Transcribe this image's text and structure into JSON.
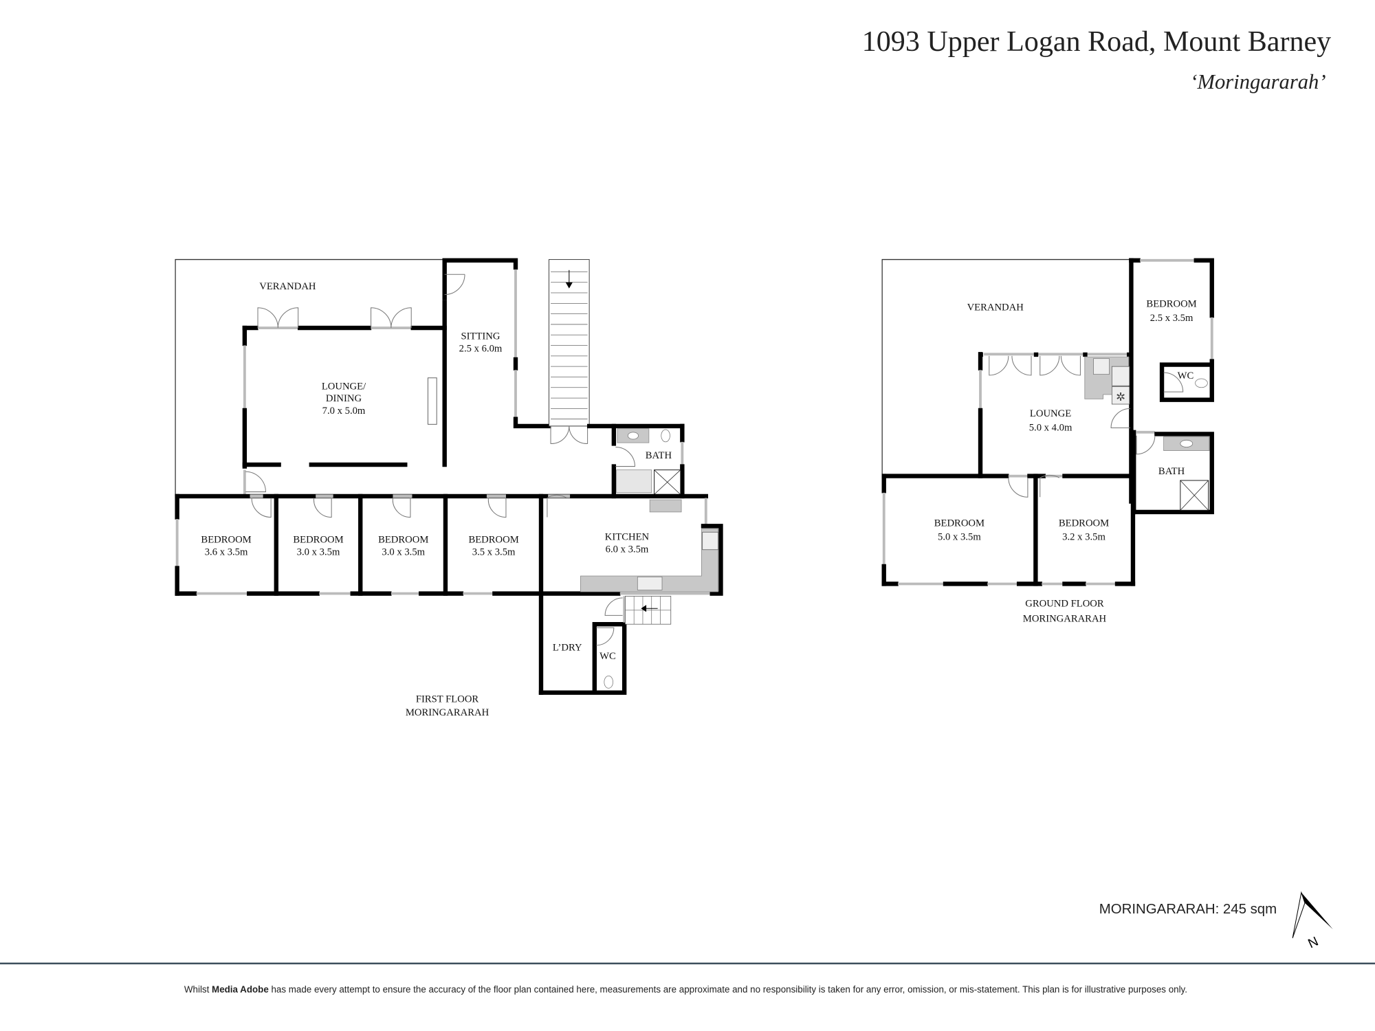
{
  "header": {
    "address": "1093 Upper Logan Road, Mount Barney",
    "property_name": "‘Moringararah’"
  },
  "first_floor": {
    "caption_1": "FIRST FLOOR",
    "caption_2": "MORINGARARAH",
    "rooms": [
      {
        "name": "VERANDAH",
        "size": ""
      },
      {
        "name": "LOUNGE/",
        "name2": "DINING",
        "size": "7.0 x 5.0m"
      },
      {
        "name": "SITTING",
        "size": "2.5 x 6.0m"
      },
      {
        "name": "BATH",
        "size": ""
      },
      {
        "name": "BEDROOM",
        "size": "3.6 x 3.5m"
      },
      {
        "name": "BEDROOM",
        "size": "3.0 x 3.5m"
      },
      {
        "name": "BEDROOM",
        "size": "3.0 x 3.5m"
      },
      {
        "name": "BEDROOM",
        "size": "3.5 x 3.5m"
      },
      {
        "name": "KITCHEN",
        "size": "6.0 x 3.5m"
      },
      {
        "name": "L’DRY",
        "size": ""
      },
      {
        "name": "WC",
        "size": ""
      }
    ]
  },
  "ground_floor": {
    "caption_1": "GROUND FLOOR",
    "caption_2": "MORINGARARAH",
    "rooms": [
      {
        "name": "VERANDAH",
        "size": ""
      },
      {
        "name": "BEDROOM",
        "size": "2.5 x 3.5m"
      },
      {
        "name": "WC",
        "size": ""
      },
      {
        "name": "LOUNGE",
        "size": "5.0 x 4.0m"
      },
      {
        "name": "BATH",
        "size": ""
      },
      {
        "name": "BEDROOM",
        "size": "5.0 x 3.5m"
      },
      {
        "name": "BEDROOM",
        "size": "3.2 x 3.5m"
      }
    ]
  },
  "footer": {
    "area": "MORINGARARAH: 245 sqm",
    "north_label": "N",
    "disclaimer_pre": "Whilst ",
    "disclaimer_brand": "Media Adobe",
    "disclaimer_post": " has made every attempt to ensure the accuracy of the floor plan contained here, measurements are approximate and no responsibility is taken for any error, omission, or mis-statement. This plan is for illustrative purposes only."
  },
  "colors": {
    "wall": "#000000",
    "window": "#bbbbbb",
    "divider": "#3d4f5c"
  }
}
